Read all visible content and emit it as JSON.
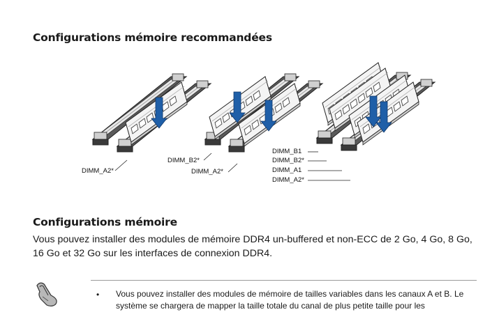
{
  "section1": {
    "title": "Configurations mémoire recommandées"
  },
  "diagram": {
    "labels": {
      "a_dimm_a2": "DIMM_A2*",
      "b_dimm_b2": "DIMM_B2*",
      "b_dimm_a2": "DIMM_A2*",
      "c_dimm_b1": "DIMM_B1",
      "c_dimm_b2": "DIMM_B2*",
      "c_dimm_a1": "DIMM_A1",
      "c_dimm_a2": "DIMM_A2*"
    },
    "colors": {
      "arrow": "#1f5fa8",
      "slot_dark": "#555555",
      "slot_light": "#e6e6e6",
      "outline": "#222222"
    }
  },
  "section2": {
    "title": "Configurations mémoire",
    "paragraph": "Vous pouvez installer des modules de mémoire DDR4 un-buffered et non-ECC de 2 Go, 4 Go, 8 Go, 16 Go et 32 Go sur les interfaces de connexion DDR4."
  },
  "note": {
    "icon": "hand-pointing-icon",
    "bullet": "•",
    "text": "Vous pouvez installer des modules de mémoire de tailles variables dans les canaux A et B. Le système se chargera de mapper la taille totale du canal de plus petite taille pour les"
  }
}
